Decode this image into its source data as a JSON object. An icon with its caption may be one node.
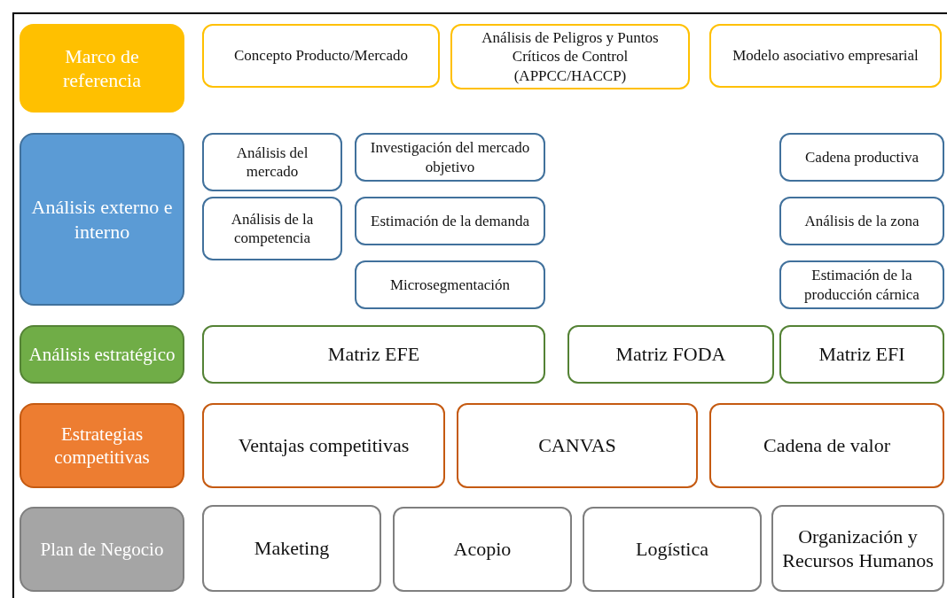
{
  "diagram": {
    "nodes": [
      {
        "text": [
          "Marco de referencia"
        ]
      },
      {
        "text": [
          "Concepto Producto/Mercado"
        ]
      },
      {
        "text": [
          "Análisis de Peligros y Puntos Críticos de Control (APPCC/HACCP)"
        ]
      },
      {
        "text": [
          "Modelo asociativo empresarial"
        ]
      },
      {
        "text": [
          "Análisis externo e interno"
        ]
      },
      {
        "text": [
          "Análisis del mercado"
        ]
      },
      {
        "text": [
          "Investigación del mercado objetivo"
        ]
      },
      {
        "text": [
          "Cadena productiva"
        ]
      },
      {
        "text": [
          "Análisis de la competencia"
        ]
      },
      {
        "text": [
          "Estimación de la demanda"
        ]
      },
      {
        "text": [
          "Análisis de la zona"
        ]
      },
      {
        "text": [
          "Microsegmentación"
        ]
      },
      {
        "text": [
          "Estimación de la producción cárnica"
        ]
      },
      {
        "text": [
          "Análisis estratégico"
        ]
      },
      {
        "text": [
          "Matriz EFE"
        ]
      },
      {
        "text": [
          "Matriz FODA"
        ]
      },
      {
        "text": [
          "Matriz EFI"
        ]
      },
      {
        "text": [
          "Estrategias competitivas"
        ]
      },
      {
        "text": [
          "Ventajas competitivas"
        ]
      },
      {
        "text": [
          "CANVAS"
        ]
      },
      {
        "text": [
          "Cadena de valor"
        ]
      },
      {
        "text": [
          "Plan de Negocio"
        ]
      },
      {
        "text": [
          "Maketing"
        ]
      },
      {
        "text": [
          "Acopio"
        ]
      },
      {
        "text": [
          "Logística"
        ]
      },
      {
        "text": [
          "Organización y Recursos Humanos"
        ]
      }
    ]
  }
}
